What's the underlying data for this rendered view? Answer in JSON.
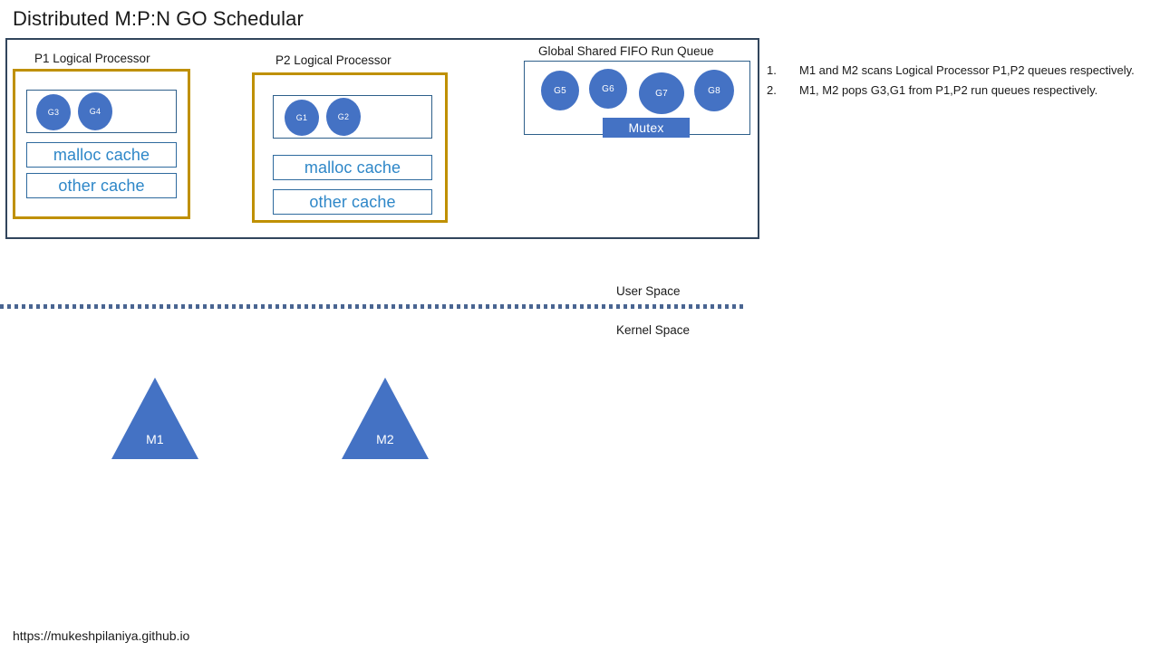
{
  "slide": {
    "title": "Distributed M:P:N GO Schedular",
    "footer_url": "https://mukeshpilaniya.github.io"
  },
  "colors": {
    "container_border": "#31455c",
    "processor_border": "#bf9000",
    "goroutine_fill": "#4472c4",
    "cache_text": "#2e87c8",
    "cache_border": "#2e6a9e",
    "mutex_fill": "#4472c4",
    "divider": "#4a6591",
    "machine_fill": "#4472c4",
    "text": "#1a1a1a"
  },
  "processors": [
    {
      "label": "P1 Logical Processor",
      "goroutines": [
        "G3",
        "G4"
      ],
      "caches": [
        "malloc cache",
        "other cache"
      ]
    },
    {
      "label": "P2 Logical Processor",
      "goroutines": [
        "G1",
        "G2"
      ],
      "caches": [
        "malloc cache",
        "other cache"
      ]
    }
  ],
  "global_queue": {
    "label": "Global Shared FIFO Run Queue",
    "goroutines": [
      "G5",
      "G6",
      "G7",
      "G8"
    ],
    "mutex_label": "Mutex"
  },
  "notes": [
    {
      "number": "1.",
      "text": "M1 and M2 scans Logical Processor P1,P2 queues respectively."
    },
    {
      "number": "2.",
      "text": "M1, M2 pops G3,G1  from P1,P2 run queues respectively."
    }
  ],
  "spaces": {
    "user": "User Space",
    "kernel": "Kernel Space"
  },
  "machines": [
    {
      "label": "M1"
    },
    {
      "label": "M2"
    }
  ]
}
